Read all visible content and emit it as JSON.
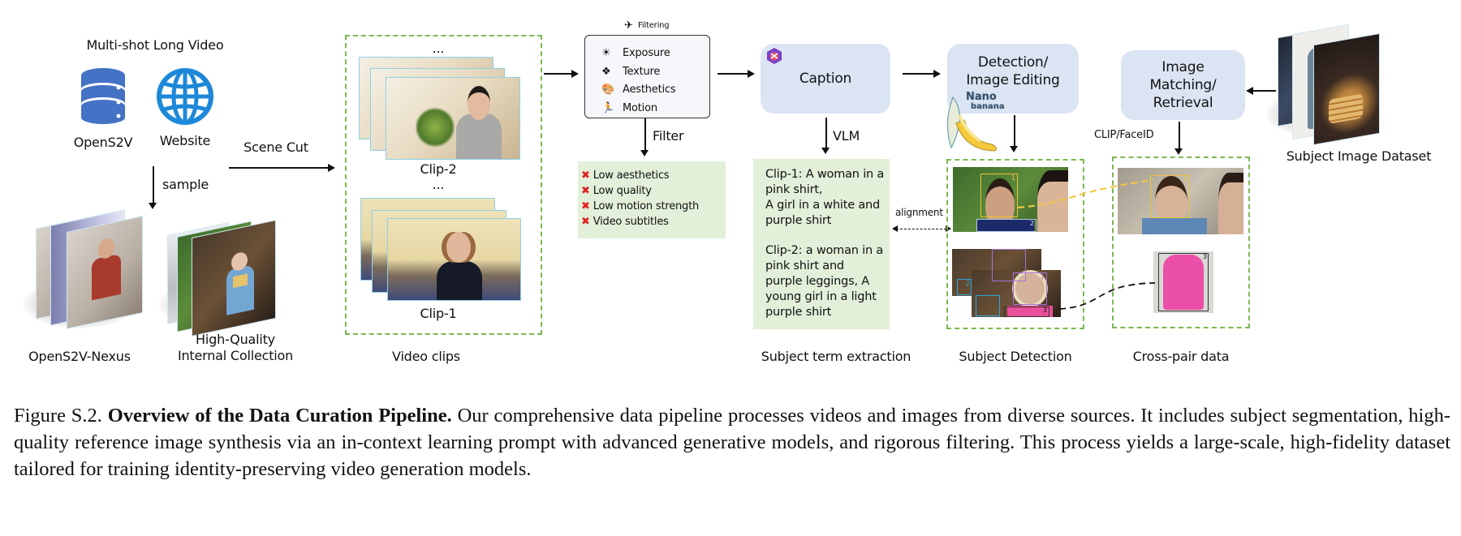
{
  "sources": {
    "title": "Multi-shot Long Video",
    "items": [
      {
        "label": "OpenS2V",
        "icon": "database-icon"
      },
      {
        "label": "Website",
        "icon": "globe-icon"
      }
    ],
    "sample_label": "sample",
    "scene_cut_label": "Scene Cut",
    "collections": [
      {
        "label": "OpenS2V-Nexus"
      },
      {
        "label_line1": "High-Quality",
        "label_line2": "Internal Collection"
      }
    ]
  },
  "video_clips": {
    "ellipsis_top": "...",
    "clip2_label": "Clip-2",
    "ellipsis_mid": "...",
    "clip1_label": "Clip-1",
    "section_label": "Video clips"
  },
  "filtering": {
    "header": "Filtering",
    "criteria": [
      {
        "label": "Exposure",
        "icon": "exposure-icon",
        "glyph": "☀"
      },
      {
        "label": "Texture",
        "icon": "texture-icon",
        "glyph": "❖"
      },
      {
        "label": "Aesthetics",
        "icon": "palette-icon",
        "glyph": "🎨"
      },
      {
        "label": "Motion",
        "icon": "running-icon",
        "glyph": "🏃"
      }
    ],
    "arrow_label": "Filter",
    "rejections": [
      "Low aesthetics",
      "Low quality",
      "Low motion strength",
      "Video subtitles"
    ],
    "reject_glyph": "✖"
  },
  "caption": {
    "box_label": "Caption",
    "arrow_label": "VLM",
    "clip1_text_lines": [
      "Clip-1: A woman in a",
      "pink shirt,",
      "A girl in a white and",
      "purple shirt"
    ],
    "clip2_text_lines": [
      "Clip-2: a woman in a",
      "pink shirt and",
      "purple leggings, A",
      "young girl in a light",
      "purple shirt"
    ],
    "alignment_label": "alignment",
    "section_label": "Subject term extraction"
  },
  "detection": {
    "box_line1": "Detection/",
    "box_line2": "Image Editing",
    "badge_line1": "Nano",
    "badge_line2": "banana",
    "box_numbers": [
      "1",
      "2",
      "1",
      "2",
      "3"
    ],
    "section_label": "Subject Detection"
  },
  "matching": {
    "box_line1": "Image",
    "box_line2": "Matching/",
    "box_line3": "Retrieval",
    "arrow_label": "CLIP/FaceID",
    "dataset_label": "Subject Image Dataset",
    "section_label": "Cross-pair data",
    "box_numbers": [
      "1",
      "3"
    ]
  },
  "figure_caption": {
    "prefix": "Figure S.2.",
    "title": "Overview of the Data Curation Pipeline.",
    "body": "Our comprehensive data pipeline processes videos and images from diverse sources. It includes subject segmentation, high-quality reference image synthesis via an in-context learning prompt with advanced generative models, and rigorous filtering.  This process yields a large-scale, high-fidelity dataset tailored for training identity-preserving video generation models."
  },
  "colors": {
    "process_box": "#dbe4f3",
    "text_box": "#e2efd9",
    "dashed_border": "#7cb850",
    "frame_border": "#8fd0e6",
    "reject_mark": "#e02020",
    "database_blue": "#4472c4",
    "globe_blue": "#1e88d8",
    "bbox_yellow": "#f0c23c",
    "bbox_purple": "#a970d6",
    "bbox_cyan": "#2aa7e0"
  }
}
